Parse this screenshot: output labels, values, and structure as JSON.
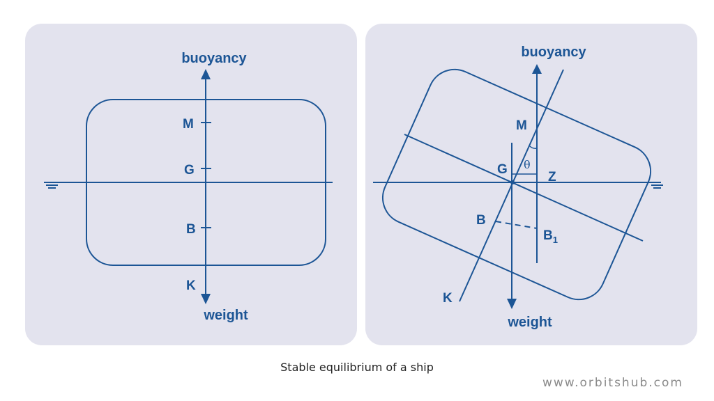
{
  "colors": {
    "panel_background": "#e3e3ee",
    "line": "#1c5595",
    "caption_text": "#222222",
    "watermark_text": "#8a8a8a"
  },
  "left_diagram": {
    "title_top": "buoyancy",
    "title_bottom": "weight",
    "points": {
      "M": "M",
      "G": "G",
      "B": "B",
      "K": "K"
    },
    "icons": [
      "waterline-symbol-icon",
      "arrow-up-icon",
      "arrow-down-icon"
    ]
  },
  "right_diagram": {
    "title_top": "buoyancy",
    "title_bottom": "weight",
    "points": {
      "M": "M",
      "G": "G",
      "Z": "Z",
      "B": "B",
      "B1_base": "B",
      "B1_sub": "1",
      "K": "K",
      "theta": "θ"
    },
    "heel_angle_label": "θ",
    "icons": [
      "waterline-symbol-icon",
      "arrow-up-icon",
      "arrow-down-icon"
    ]
  },
  "caption": "Stable equilibrium of a ship",
  "watermark": "www.orbitshub.com"
}
